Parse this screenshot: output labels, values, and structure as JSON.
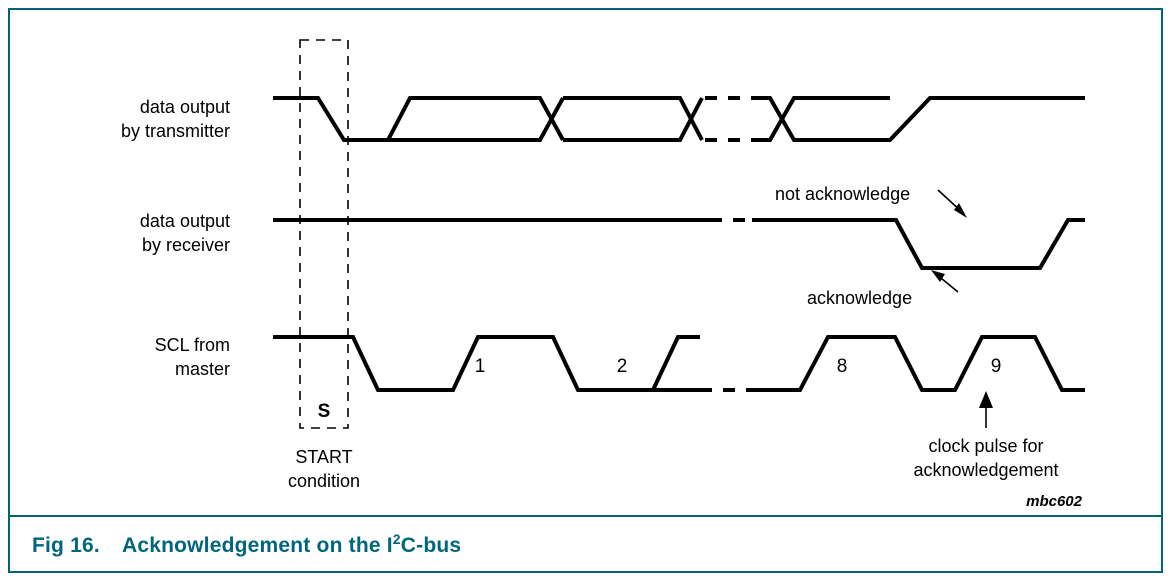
{
  "figure": {
    "caption_prefix": "Fig 16.",
    "caption_title_pre": "Acknowledgement on the I",
    "caption_title_sup": "2",
    "caption_title_post": "C-bus",
    "credit": "mbc602",
    "border_color": "#006378",
    "caption_color": "#00667d",
    "wave_color": "#000000"
  },
  "signals": {
    "transmitter": {
      "label_line1": "data output",
      "label_line2": "by transmitter"
    },
    "receiver": {
      "label_line1": "data output",
      "label_line2": "by receiver"
    },
    "clock": {
      "label_line1": "SCL from",
      "label_line2": "master"
    }
  },
  "start_condition": {
    "marker": "S",
    "label_line1": "START",
    "label_line2": "condition"
  },
  "annotations": {
    "not_acknowledge": "not acknowledge",
    "acknowledge": "acknowledge",
    "clock_pulse_line1": "clock pulse for",
    "clock_pulse_line2": "acknowledgement"
  },
  "clock_pulses": [
    {
      "number": "1"
    },
    {
      "number": "2"
    },
    {
      "number": "8"
    },
    {
      "number": "9"
    }
  ]
}
